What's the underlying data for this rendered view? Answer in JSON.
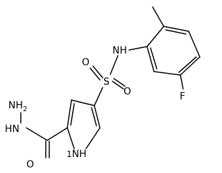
{
  "atoms": {
    "hydrazide_nh2": "NH",
    "hydrazide_nh2_sub": "2",
    "hydrazide_hn": "HN",
    "carbonyl_o": "O",
    "pyrrole_nh": "NH",
    "pyrrole_nh_prefix": "1",
    "sulfur": "S",
    "sulfonyl_o_left": "O",
    "sulfonyl_o_right": "O",
    "sulfonamide_nh": "NH",
    "fluorine": "F"
  },
  "colors": {
    "bond": "#000000",
    "label": "#000000",
    "background": "#ffffff"
  }
}
